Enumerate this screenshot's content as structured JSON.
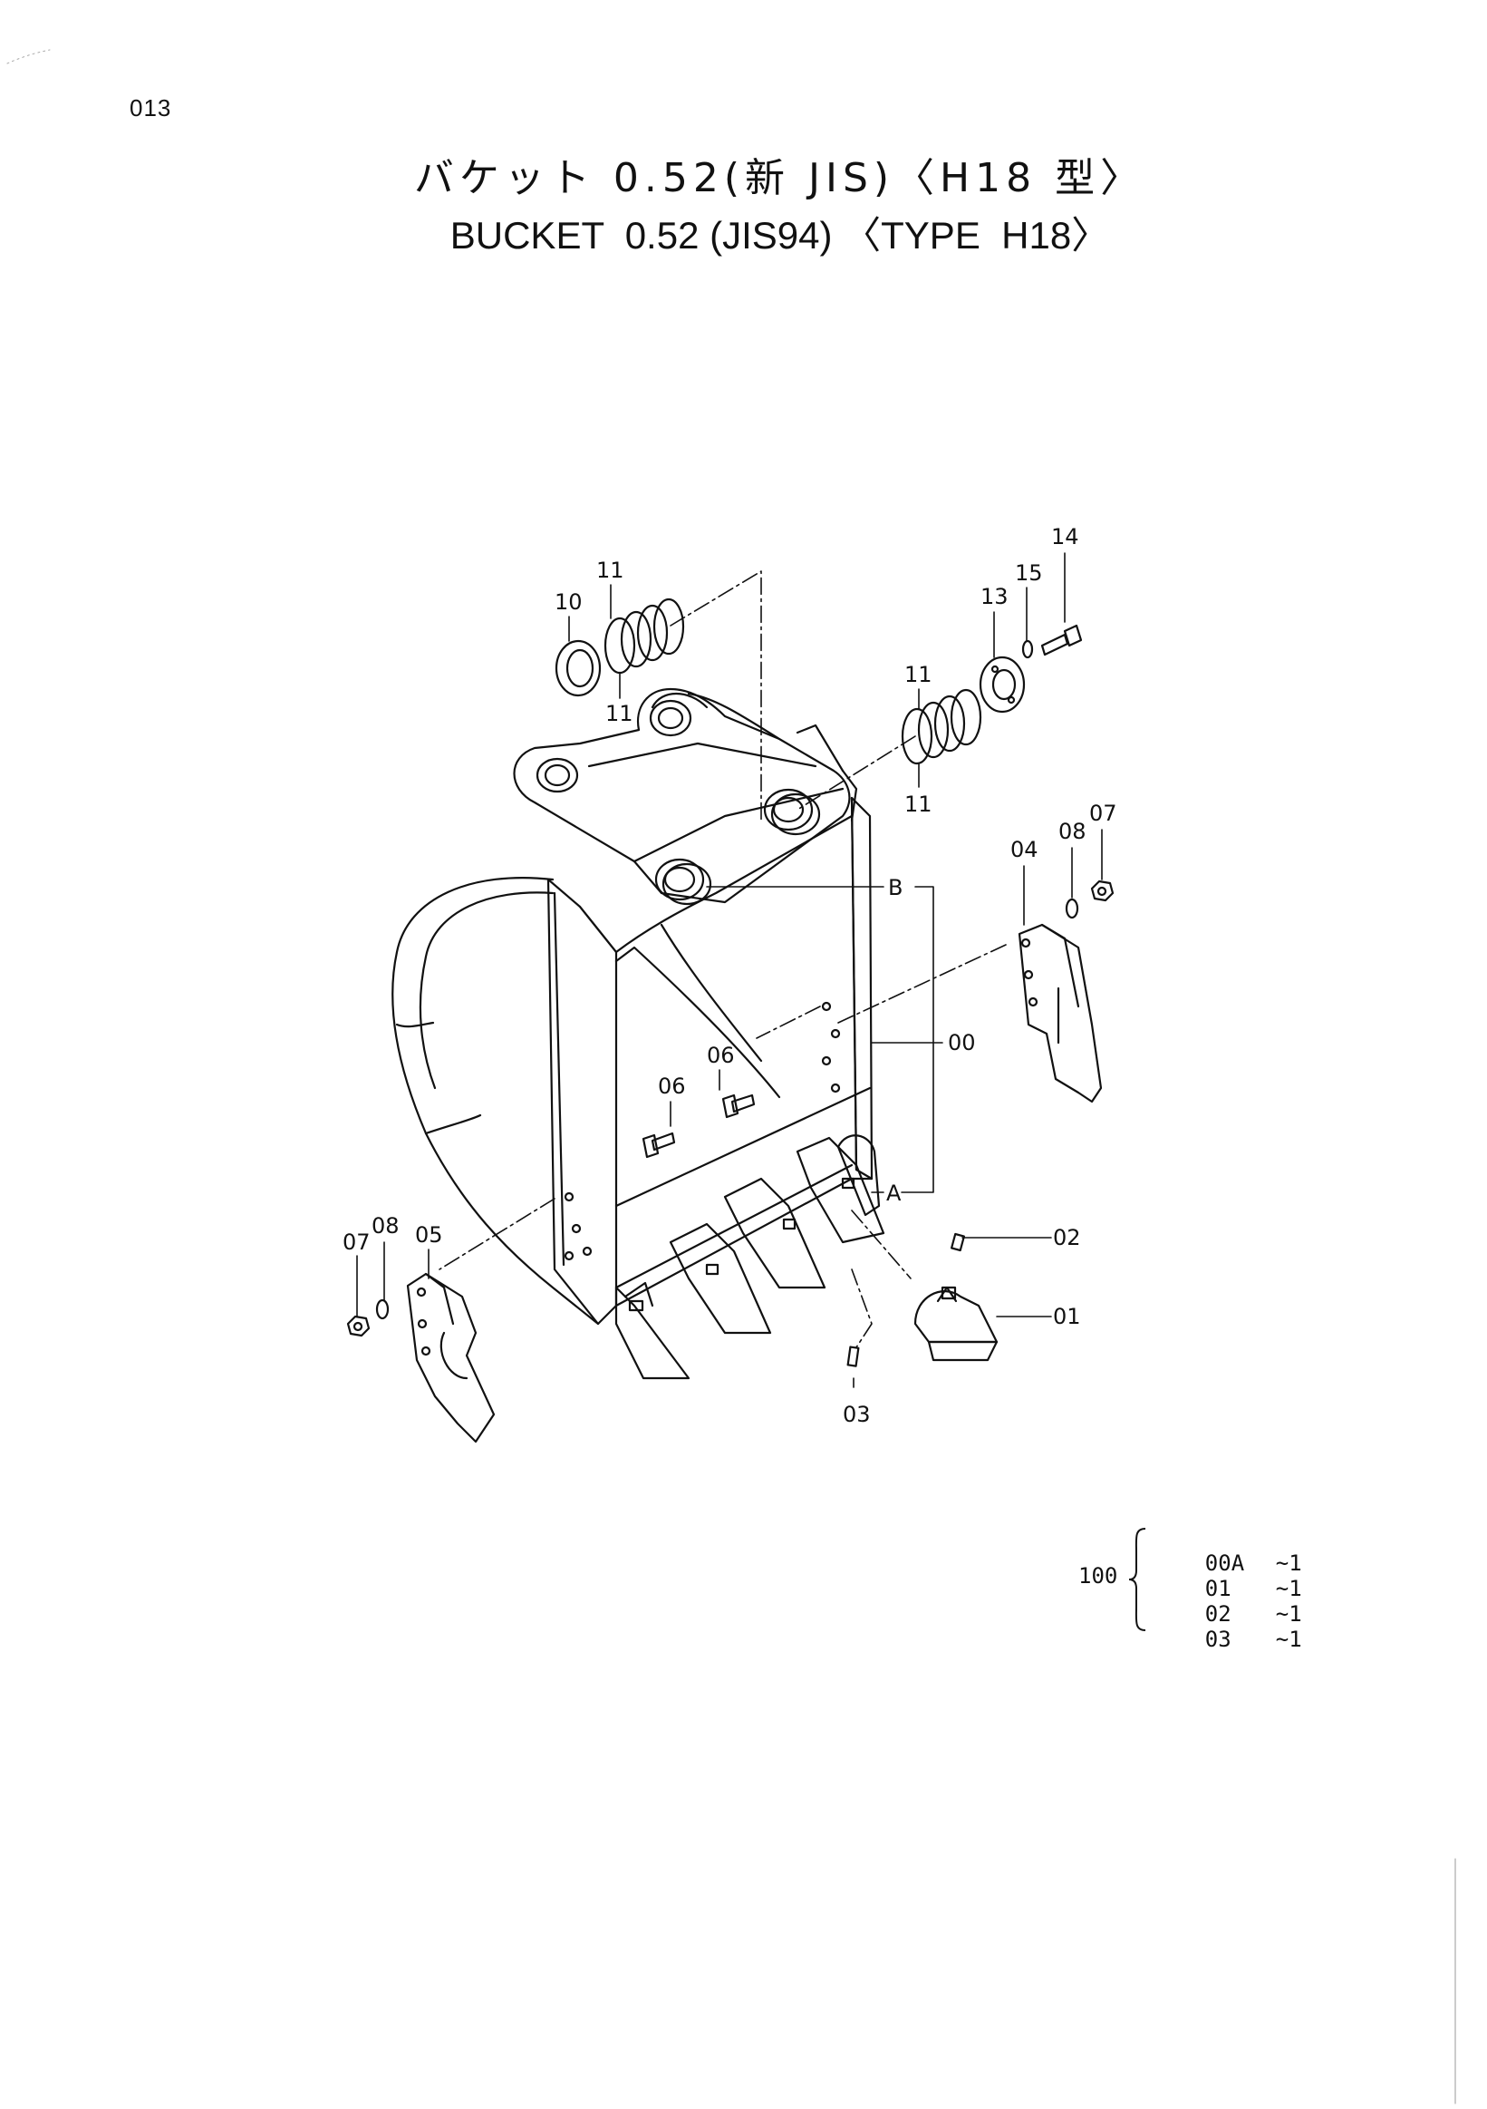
{
  "page_number": "013",
  "title_jp": "バケット 0.52(新 JIS)〈H18 型〉",
  "title_en": "BUCKET  0.52 (JIS94) 〈TYPE  H18〉",
  "callouts": {
    "c00": "00",
    "c01": "01",
    "c02": "02",
    "c03": "03",
    "c04": "04",
    "c05": "05",
    "c06a": "06",
    "c06b": "06",
    "c07a": "07",
    "c07b": "07",
    "c08a": "08",
    "c08b": "08",
    "c10": "10",
    "c11a": "11",
    "c11b": "11",
    "c11c": "11",
    "c11d": "11",
    "c13": "13",
    "c14": "14",
    "c15": "15",
    "cA": "A",
    "cB": "B"
  },
  "kit": {
    "number": "100",
    "rows": [
      {
        "code": "00A",
        "qty": "~1"
      },
      {
        "code": "01",
        "qty": "~1"
      },
      {
        "code": "02",
        "qty": "~1"
      },
      {
        "code": "03",
        "qty": "~1"
      }
    ]
  }
}
